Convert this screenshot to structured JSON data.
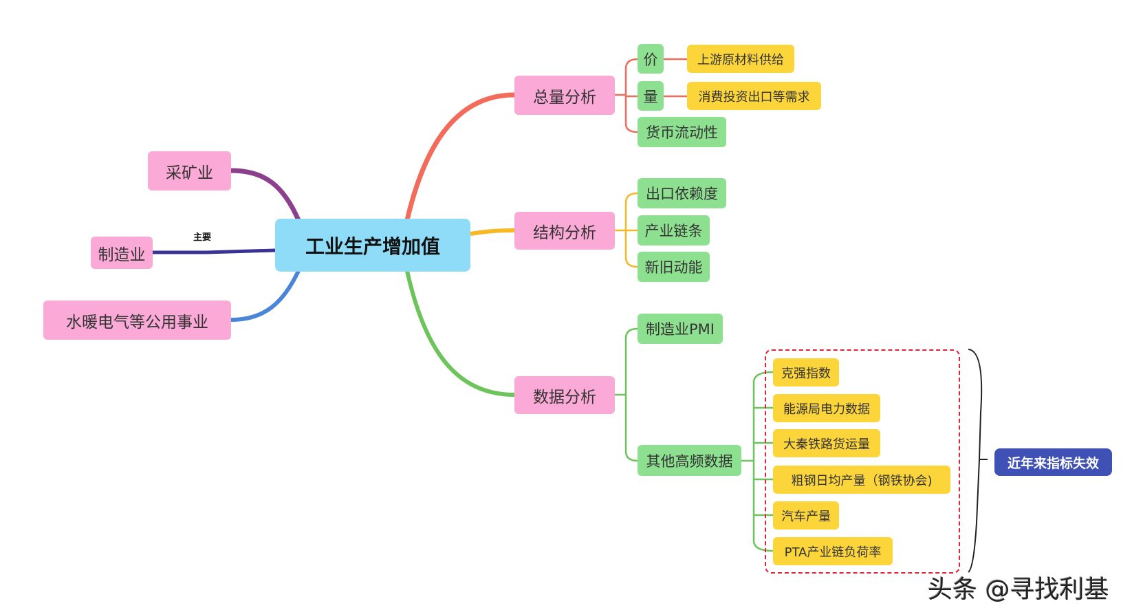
{
  "center": "工业生产增加值",
  "left": {
    "mining": "采矿业",
    "manufacturing": "制造业",
    "manufacturing_tag": "主要",
    "utilities": "水暖电气等公用事业"
  },
  "total": {
    "label": "总量分析",
    "price": "价",
    "price_leaf": "上游原材料供给",
    "volume": "量",
    "volume_leaf": "消费投资出口等需求",
    "liquidity": "货币流动性"
  },
  "structure": {
    "label": "结构分析",
    "items": [
      "出口依赖度",
      "产业链条",
      "新旧动能"
    ]
  },
  "data": {
    "label": "数据分析",
    "pmi": "制造业PMI",
    "other": "其他高频数据",
    "hf_items": [
      "克强指数",
      "能源局电力数据",
      "大秦铁路货运量",
      "粗钢日均产量（钢铁协会)",
      "汽车产量",
      "PTA产业链负荷率"
    ],
    "summary": "近年来指标失效"
  },
  "watermark": "头条 @寻找利基",
  "colors": {
    "pink": "#fba9d6",
    "green": "#8de08f",
    "yellow": "#fcd53b",
    "center": "#8edcf7",
    "blue": "#3f51b5",
    "red": "#f26b5b"
  }
}
